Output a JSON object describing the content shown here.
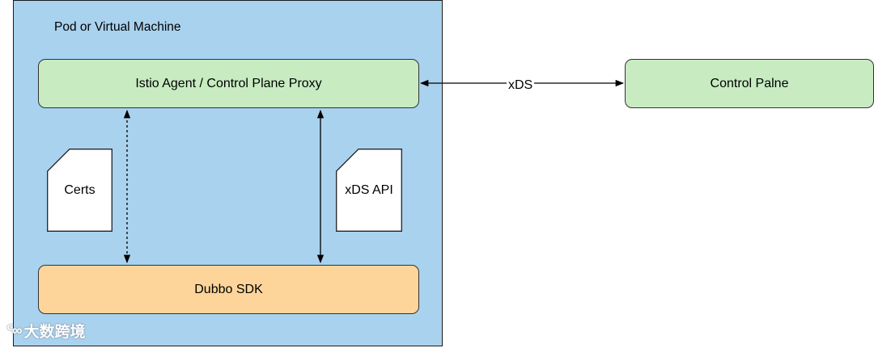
{
  "container": {
    "title": "Pod or Virtual Machine"
  },
  "nodes": {
    "agent": "Istio Agent / Control Plane Proxy",
    "control_plane": "Control Palne",
    "sdk": "Dubbo SDK"
  },
  "documents": {
    "certs": "Certs",
    "xds_api": "xDS API"
  },
  "edges": {
    "xds": "xDS"
  },
  "watermark": {
    "text": "大数跨境"
  },
  "colors": {
    "container": "#a9d2ee",
    "green_node": "#c8ebc2",
    "orange_node": "#fdd59a"
  }
}
